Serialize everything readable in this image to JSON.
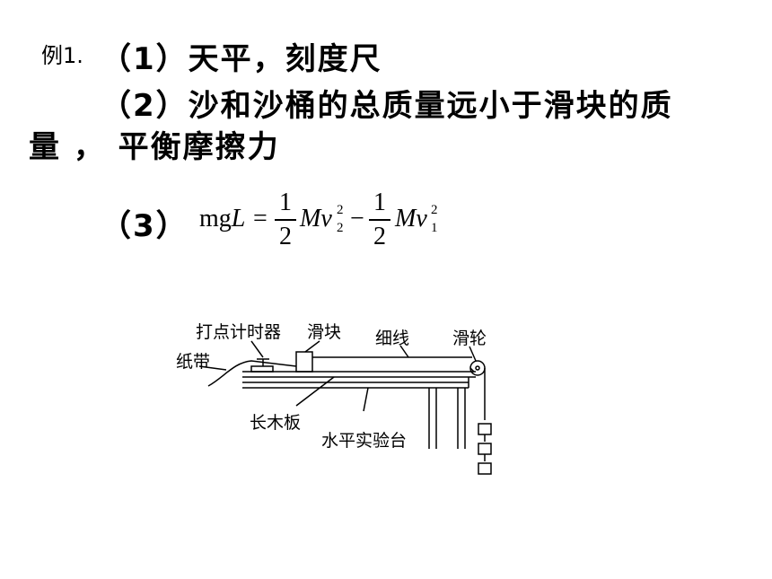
{
  "example_label": "例1.",
  "line1": "（1）天平，刻度尺",
  "line2": "（2）沙和沙桶的总质量远小于滑块的质",
  "line3": "量 ，   平衡摩擦力",
  "line4_prefix": "（3）",
  "formula": {
    "lhs": "mgL",
    "eq": "=",
    "num": "1",
    "den": "2",
    "term1": "Mv",
    "sub1": "2",
    "sup1": "2",
    "minus": "−",
    "term2": "Mv",
    "sub2": "1",
    "sup2": "2"
  },
  "diagram": {
    "timer": "打点计时器",
    "slider": "滑块",
    "string": "细线",
    "pulley": "滑轮",
    "tape": "纸带",
    "board": "长木板",
    "table": "水平实验台"
  }
}
